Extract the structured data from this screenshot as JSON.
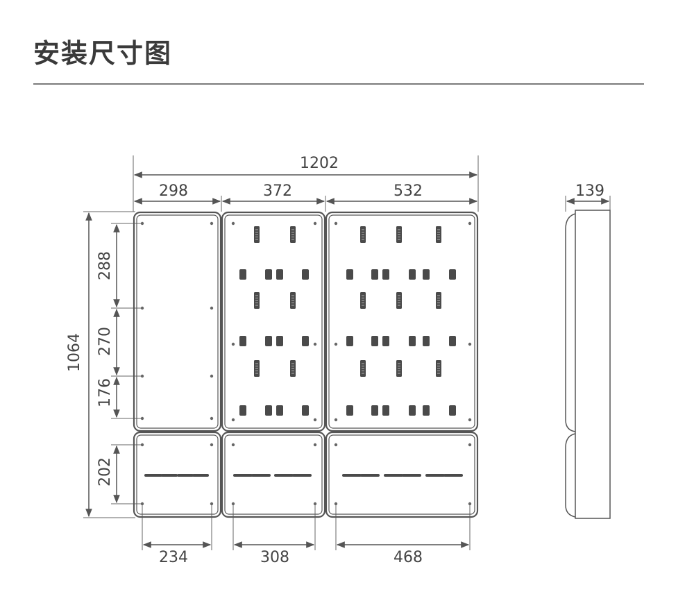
{
  "header": {
    "title": "安装尺寸图"
  },
  "dimensions": {
    "overall_width": "1202",
    "col1_width": "298",
    "col2_width": "372",
    "col3_width": "532",
    "depth": "139",
    "overall_height": "1064",
    "v1": "288",
    "v2": "270",
    "v3": "176",
    "v4": "202",
    "mount1": "234",
    "mount2": "308",
    "mount3": "468"
  },
  "colors": {
    "line": "#555555",
    "rule": "#7a7a7a",
    "module": "#4a4a4a",
    "text": "#444444"
  }
}
